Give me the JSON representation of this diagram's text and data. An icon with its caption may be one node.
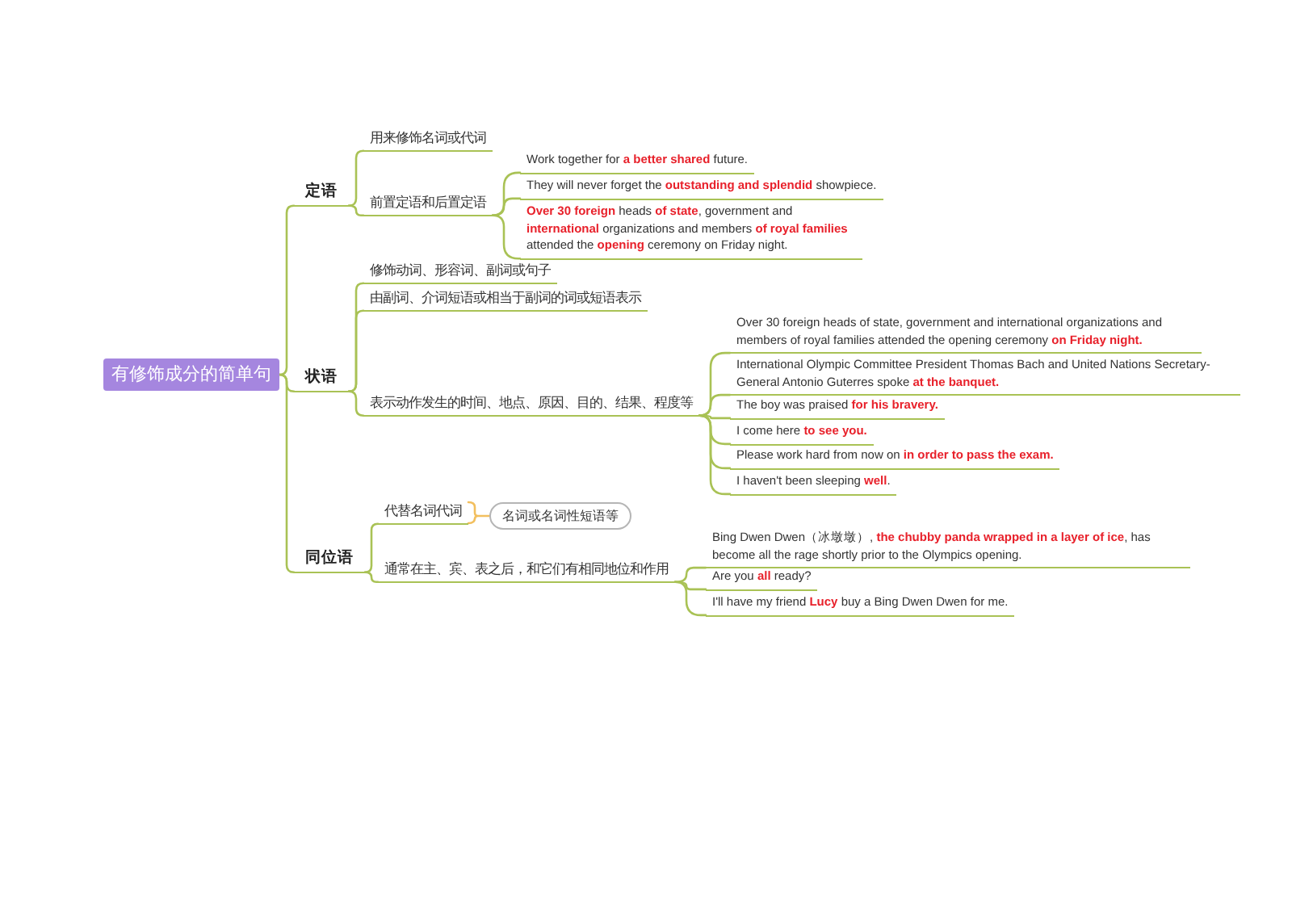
{
  "diagram": {
    "nodes": [
      {
        "text": [
          "有修饰成分的简单句"
        ]
      },
      {
        "text": [
          "定语"
        ]
      },
      {
        "text": [
          "用来修饰名词或代词"
        ]
      },
      {
        "text": [
          "前置定语和后置定语"
        ]
      },
      {
        "text": [
          "Work together for **a better shared** future."
        ]
      },
      {
        "text": [
          "They will never forget the **outstanding and splendid** showpiece."
        ]
      },
      {
        "text": [
          "**Over 30 foreign** heads **of state**, government and **international** organizations and members **of royal families** attended the **opening** ceremony on Friday night."
        ]
      },
      {
        "text": [
          "状语"
        ]
      },
      {
        "text": [
          "修饰动词、形容词、副词或句子"
        ]
      },
      {
        "text": [
          "由副词、介词短语或相当于副词的词或短语表示"
        ]
      },
      {
        "text": [
          "表示动作发生的时间、地点、原因、目的、结果、程度等"
        ]
      },
      {
        "text": [
          "Over 30 foreign heads of state, government and international organizations and members of royal families attended the opening ceremony **on Friday night.**"
        ]
      },
      {
        "text": [
          "International Olympic Committee President Thomas Bach and United Nations Secretary-General Antonio Guterres spoke **at the banquet.**"
        ]
      },
      {
        "text": [
          "The boy was praised **for his bravery.**"
        ]
      },
      {
        "text": [
          "I come here **to see you.**"
        ]
      },
      {
        "text": [
          "Please work hard from now on **in order to pass the exam.**"
        ]
      },
      {
        "text": [
          "I haven't been sleeping **well**."
        ]
      },
      {
        "text": [
          "同位语"
        ]
      },
      {
        "text": [
          "代替名词代词"
        ]
      },
      {
        "text": [
          "名词或名词性短语等"
        ]
      },
      {
        "text": [
          "通常在主、宾、表之后，和它们有相同地位和作用"
        ]
      },
      {
        "text": [
          "Bing Dwen Dwen（冰墩墩）, **the chubby panda wrapped in a layer of ice**, has become all the rage shortly prior to the Olympics opening."
        ]
      },
      {
        "text": [
          "Are you **all** ready?"
        ]
      },
      {
        "text": [
          "I'll have my friend **Lucy** buy a Bing Dwen Dwen for me."
        ]
      }
    ],
    "edges": [
      {
        "from": 0,
        "to": 1,
        "arrow": "none"
      },
      {
        "from": 1,
        "to": 2,
        "arrow": "none"
      },
      {
        "from": 1,
        "to": 3,
        "arrow": "none"
      },
      {
        "from": 3,
        "to": 4,
        "arrow": "none"
      },
      {
        "from": 3,
        "to": 5,
        "arrow": "none"
      },
      {
        "from": 3,
        "to": 6,
        "arrow": "none"
      },
      {
        "from": 0,
        "to": 7,
        "arrow": "none"
      },
      {
        "from": 7,
        "to": 8,
        "arrow": "none"
      },
      {
        "from": 7,
        "to": 9,
        "arrow": "none"
      },
      {
        "from": 7,
        "to": 10,
        "arrow": "none"
      },
      {
        "from": 10,
        "to": 11,
        "arrow": "none"
      },
      {
        "from": 10,
        "to": 12,
        "arrow": "none"
      },
      {
        "from": 10,
        "to": 13,
        "arrow": "none"
      },
      {
        "from": 10,
        "to": 14,
        "arrow": "none"
      },
      {
        "from": 10,
        "to": 15,
        "arrow": "none"
      },
      {
        "from": 10,
        "to": 16,
        "arrow": "none"
      },
      {
        "from": 0,
        "to": 17,
        "arrow": "none"
      },
      {
        "from": 17,
        "to": 18,
        "arrow": "none"
      },
      {
        "from": 18,
        "to": 19,
        "arrow": "none",
        "color": "#f2bf5e"
      },
      {
        "from": 17,
        "to": 20,
        "arrow": "none"
      },
      {
        "from": 20,
        "to": 21,
        "arrow": "none"
      },
      {
        "from": 20,
        "to": 22,
        "arrow": "none"
      },
      {
        "from": 20,
        "to": 23,
        "arrow": "none"
      }
    ]
  }
}
